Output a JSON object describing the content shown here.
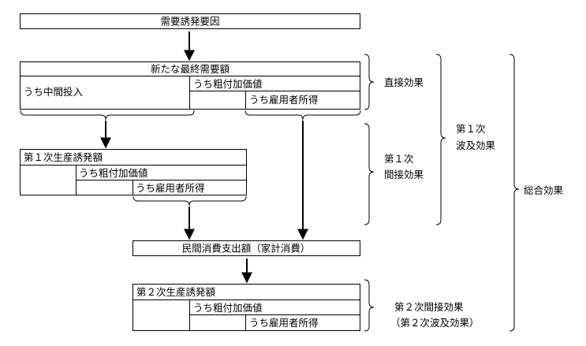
{
  "boxes": {
    "cause": "需要誘発要因",
    "final_demand": {
      "title": "新たな最終需要額",
      "intermediate": "うち中間投入",
      "value_added": "うち粗付加価値",
      "employee": "うち雇用者所得"
    },
    "first_indirect": {
      "title": "第１次生産誘発額",
      "value_added": "うち粗付加価値",
      "employee": "うち雇用者所得"
    },
    "consumption": "民間消費支出額（家計消費）",
    "second": {
      "title": "第２次生産誘発額",
      "value_added": "うち粗付加価値",
      "employee": "うち雇用者所得"
    }
  },
  "labels": {
    "direct": "直接効果",
    "first_indirect_1": "第１次",
    "first_indirect_2": "間接効果",
    "first_ripple_1": "第１次",
    "first_ripple_2": "波及効果",
    "total": "総合効果",
    "second_1": "第２次間接効果",
    "second_2": "（第２次波及効果）"
  }
}
